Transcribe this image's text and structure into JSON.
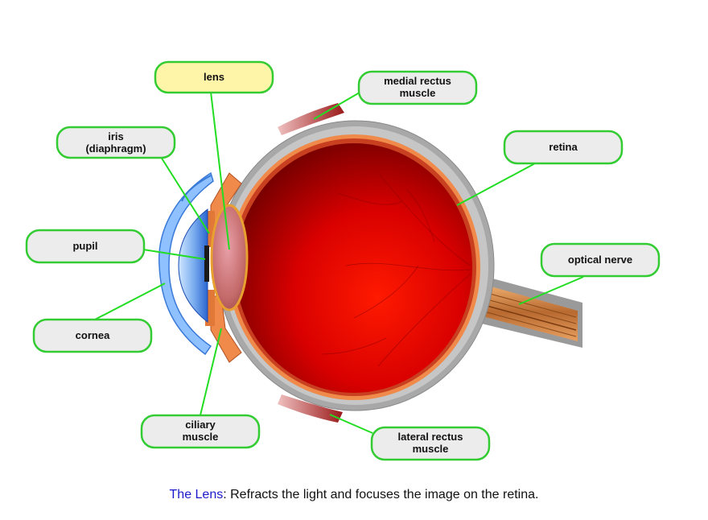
{
  "labels": {
    "lens": {
      "lines": [
        "lens"
      ],
      "selected": true
    },
    "medial_rectus": {
      "lines": [
        "medial rectus",
        "muscle"
      ]
    },
    "iris": {
      "lines": [
        "iris",
        "(diaphragm)"
      ]
    },
    "retina": {
      "lines": [
        "retina"
      ]
    },
    "pupil": {
      "lines": [
        "pupil"
      ]
    },
    "optical_nerve": {
      "lines": [
        "optical nerve"
      ]
    },
    "cornea": {
      "lines": [
        "cornea"
      ]
    },
    "ciliary_muscle": {
      "lines": [
        "ciliary",
        "muscle"
      ]
    },
    "lateral_rectus": {
      "lines": [
        "lateral rectus",
        "muscle"
      ]
    }
  },
  "caption": {
    "term": "The Lens",
    "text": ": Refracts the light and focuses the image on the retina."
  },
  "colors": {
    "leader_line": "#22dd22",
    "label_border": "#33cc33",
    "label_fill": "#ececec",
    "label_selected_fill": "#fff5a8",
    "caption_term": "#1a1acc",
    "vitreous": "#dd0000",
    "sclera": "#a8a8a8",
    "choroid": "#f08a4a",
    "cornea": "#3a7ad8"
  }
}
